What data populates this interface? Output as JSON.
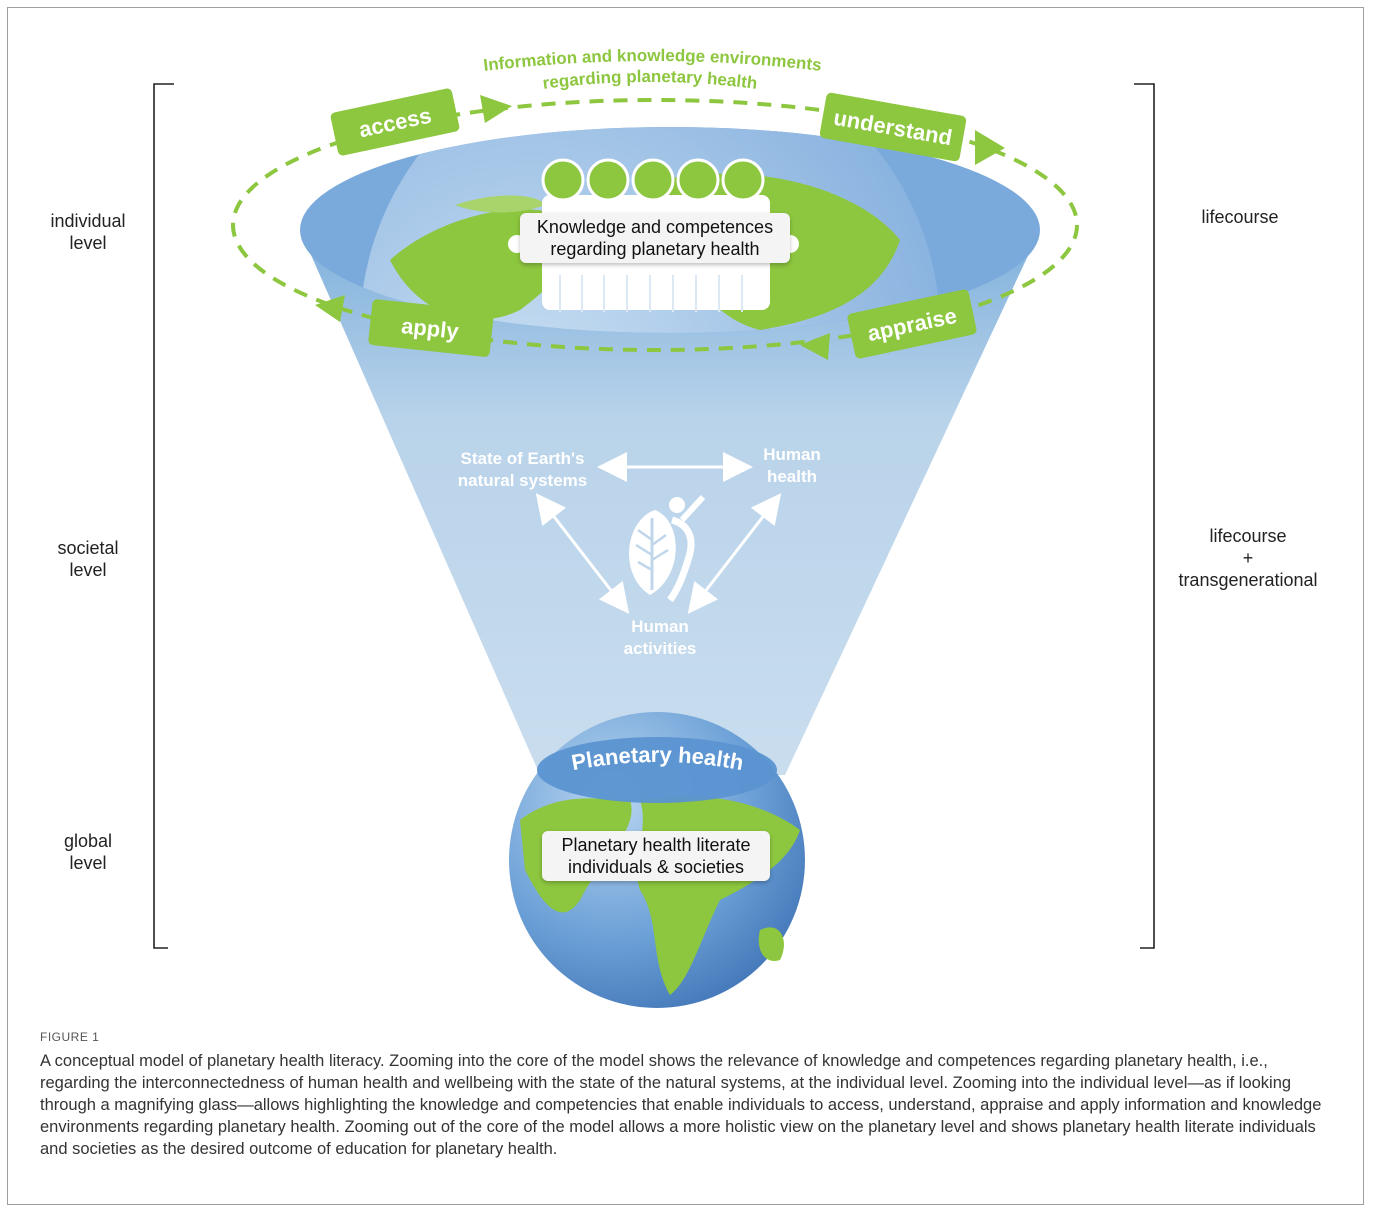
{
  "levels": {
    "individual": "individual\nlevel",
    "societal": "societal\nlevel",
    "global": "global\nlevel"
  },
  "timeframes": {
    "top": "lifecourse",
    "middle": "lifecourse\n+\ntransgenerational"
  },
  "cycle": {
    "title": "Information and knowledge environments\nregarding planetary health",
    "steps": {
      "access": "access",
      "understand": "understand",
      "appraise": "appraise",
      "apply": "apply"
    }
  },
  "core_box": "Knowledge and competences\nregarding planetary health",
  "triangle": {
    "earth_systems": "State of Earth's\nnatural systems",
    "human_health": "Human\nhealth",
    "human_activities": "Human\nactivities"
  },
  "planetary_health": "Planetary health",
  "outcome_box": "Planetary health literate\nindividuals & societies",
  "caption": {
    "label": "FIGURE 1",
    "text": "A conceptual model of planetary health literacy. Zooming into the core of the model shows the relevance of knowledge and competences regarding planetary health, i.e., regarding the interconnectedness of human health and wellbeing with the state of the natural systems, at the individual level. Zooming into the individual level—as if looking through a magnifying glass—allows highlighting the knowledge and competencies that enable individuals to access, understand, appraise and apply information and knowledge environments regarding planetary health. Zooming out of the core of the model allows a more holistic view on the planetary level and shows planetary health literate individuals and societies as the desired outcome of education for planetary health."
  },
  "colors": {
    "green": "#8dc63f",
    "blue": "#5b93d1",
    "light_blue": "#c9ddee"
  }
}
